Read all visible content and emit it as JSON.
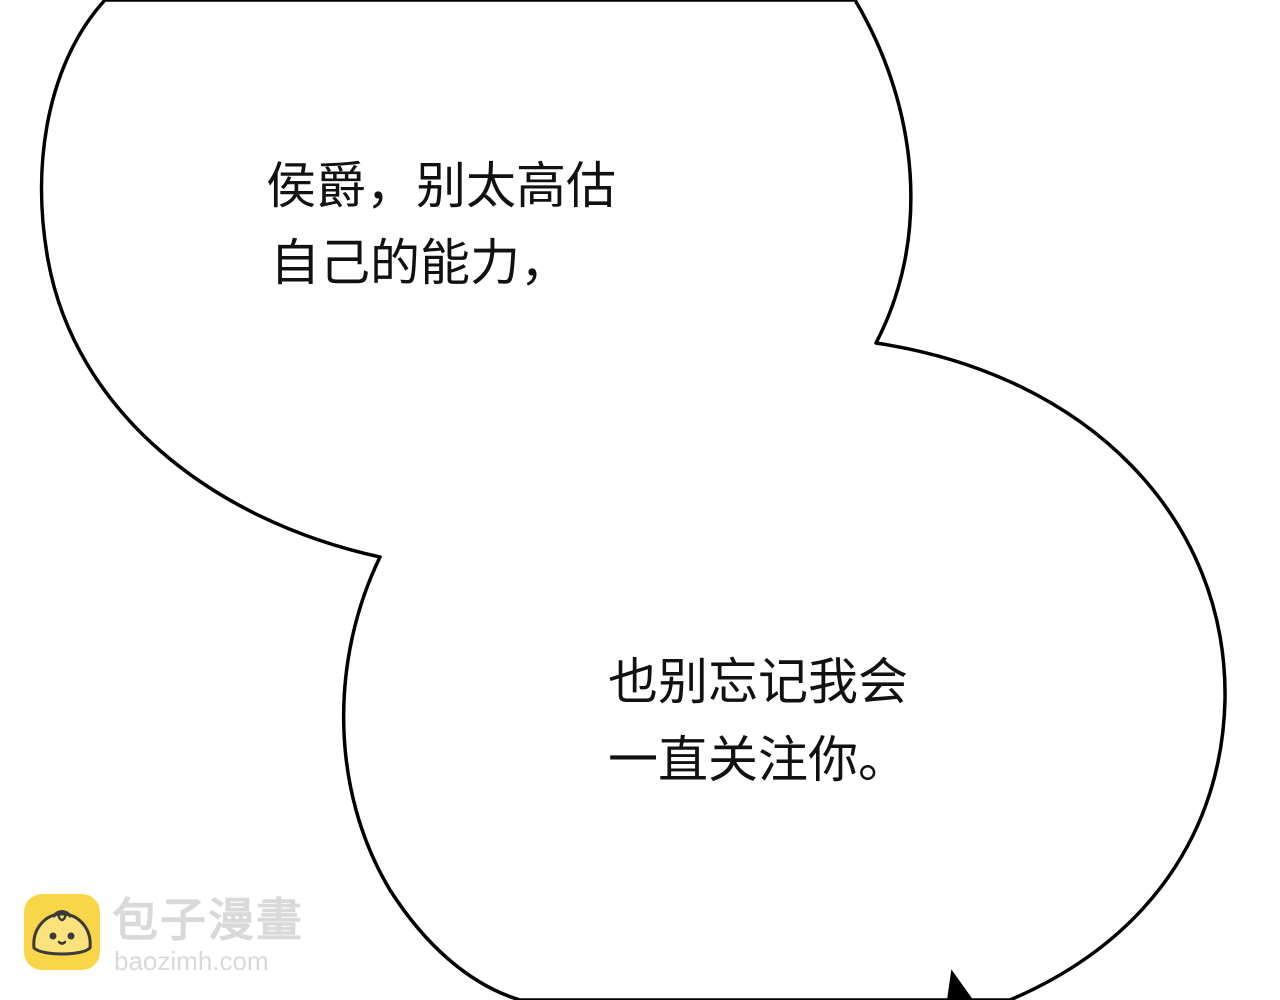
{
  "speech_bubble": {
    "top_lines": [
      "侯爵，别太高估",
      "自己的能力，"
    ],
    "bottom_lines": [
      "也别忘记我会",
      "一直关注你。"
    ]
  },
  "watermark": {
    "brand_name": "包子漫畫",
    "url": "baozimh.com",
    "logo_icon": "bun-mascot-icon",
    "logo_color": "#f9d54a"
  }
}
